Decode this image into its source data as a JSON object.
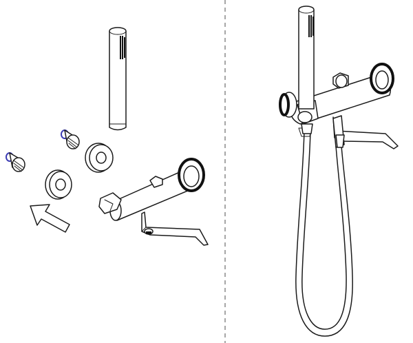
{
  "figure": {
    "panels": [
      {
        "id": "exploded-view",
        "parts": [
          "hand-shower",
          "wall-connector-left",
          "wall-connector-right",
          "cover-rosette-left",
          "cover-rosette-right",
          "bath-mixer-body",
          "insert-arrow"
        ]
      },
      {
        "id": "assembled-view",
        "parts": [
          "hand-shower",
          "bath-mixer-body",
          "shower-holder",
          "shower-hose"
        ]
      }
    ],
    "divider": "dashed-vertical",
    "colors": {
      "line": "#1a1a1a",
      "background": "#ffffff",
      "divider": "#888888",
      "thread-accent": "#3b3bb3"
    }
  }
}
